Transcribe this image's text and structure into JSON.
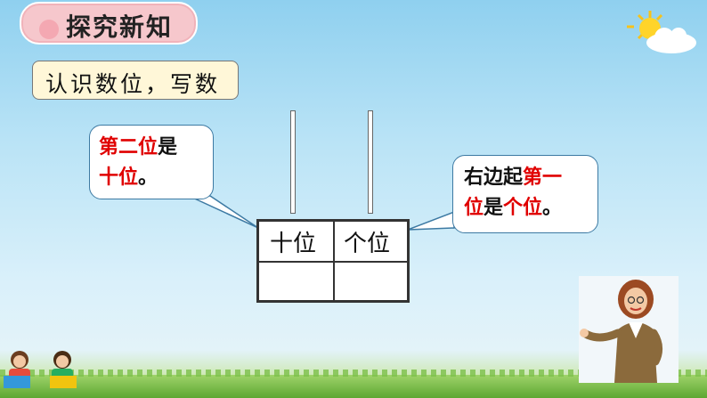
{
  "header": {
    "title": "探究新知"
  },
  "subtitle": "认识数位，写数",
  "left_bubble": {
    "line1_red": "第二位",
    "line1_black": "是",
    "line2_red": "十位",
    "line2_black": "。"
  },
  "right_bubble": {
    "line1_black": "右边起",
    "line1_red": "第一",
    "line2_red1": "位",
    "line2_black1": "是",
    "line2_red2": "个位",
    "line2_black2": "。"
  },
  "place_table": {
    "col1": "十位",
    "col2": "个位"
  },
  "colors": {
    "accent_red": "#e00000",
    "pill_pink": "#f6c7cc",
    "subtitle_bg": "#fff7d8",
    "bubble_border": "#3d7aa3"
  }
}
